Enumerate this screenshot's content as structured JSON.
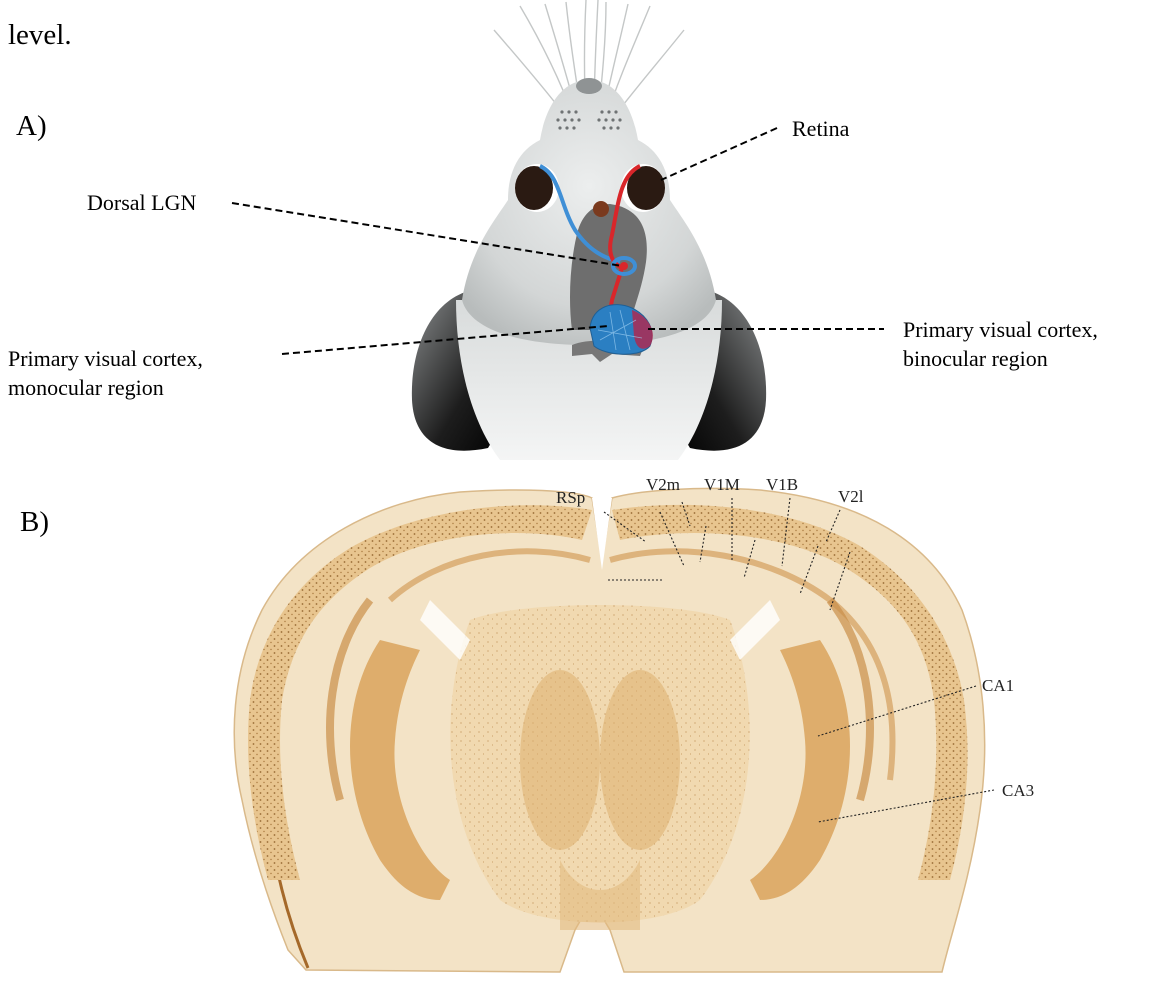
{
  "header_text": "level.",
  "panel_a": {
    "label": "A)",
    "labels": {
      "retina": "Retina",
      "dorsal_lgn": "Dorsal LGN",
      "v1_binocular_line1": "Primary visual cortex,",
      "v1_binocular_line2": "binocular region",
      "v1_monocular_line1": "Primary visual cortex,",
      "v1_monocular_line2": "monocular region"
    },
    "colors": {
      "left_pathway": "#3f8fd6",
      "right_pathway": "#d9262a",
      "head": "#d3d6d6",
      "brain": "#6e6e6e",
      "eye": "#2a1a12"
    }
  },
  "panel_b": {
    "label": "B)",
    "region_labels": {
      "rsp": "RSp",
      "v2m": "V2m",
      "v1m": "V1M",
      "v1b": "V1B",
      "v2l": "V2l",
      "ca1": "CA1",
      "ca3": "CA3"
    },
    "colors": {
      "tissue": "#f3e3c6",
      "stain": "#c98f48",
      "outline": "#a5692a"
    }
  }
}
